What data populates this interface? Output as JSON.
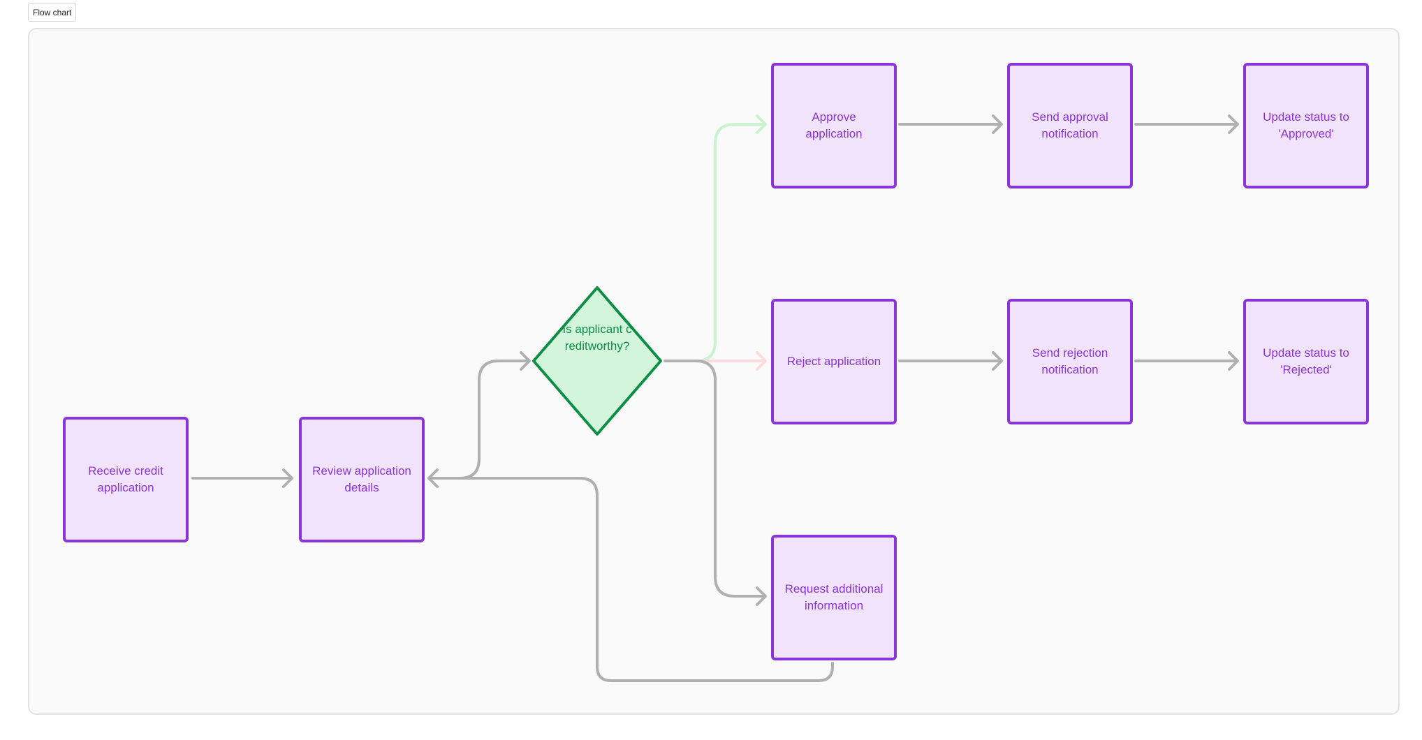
{
  "frame_label": "Flow chart",
  "colors": {
    "process_fill": "#f1e3fc",
    "process_stroke": "#8a35d6",
    "decision_fill": "#d2f5dc",
    "decision_stroke": "#0c8e45",
    "connector": "#b0b0b0",
    "connector_yes": "#c9f2cf",
    "connector_no": "#fcdcdc"
  },
  "nodes": {
    "receive": "Receive credit application",
    "review": "Review application details",
    "decision": "Is applicant creditworthy?",
    "approve": "Approve application",
    "send_approval": "Send approval notification",
    "update_approved": "Update status to 'Approved'",
    "reject": "Reject application",
    "send_rejection": "Send rejection notification",
    "update_rejected": "Update status to 'Rejected'",
    "request_info": "Request additional information"
  }
}
